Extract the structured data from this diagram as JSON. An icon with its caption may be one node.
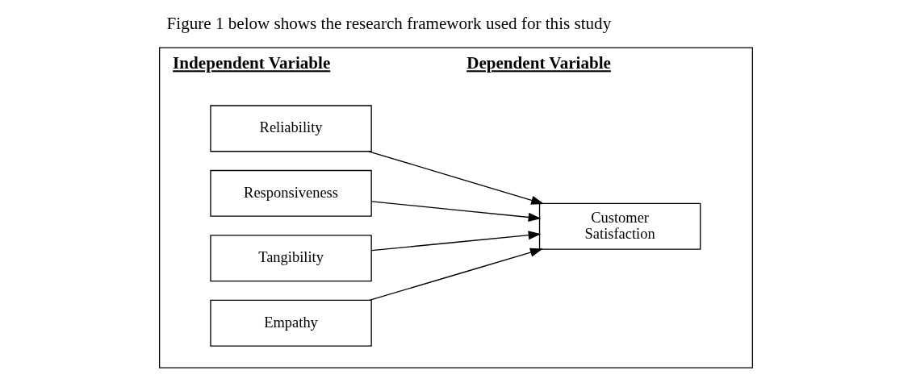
{
  "diagram": {
    "title": "Figure 1 below shows the research framework used for this study",
    "nodes": [
      {
        "text": [
          "Independent Variable",
          "Dependent Variable"
        ]
      },
      {
        "text": [
          "Reliability"
        ],
        "in": 0
      },
      {
        "text": [
          "Responsiveness"
        ],
        "in": 0
      },
      {
        "text": [
          "Tangibility"
        ],
        "in": 0
      },
      {
        "text": [
          "Empathy"
        ],
        "in": 0
      },
      {
        "text": [
          "Customer Satisfaction"
        ],
        "in": 0
      }
    ],
    "edges": [
      {
        "from": 1,
        "to": 5,
        "arrow": "to"
      },
      {
        "from": 2,
        "to": 5,
        "arrow": "to"
      },
      {
        "from": 3,
        "to": 5,
        "arrow": "to"
      },
      {
        "from": 4,
        "to": 5,
        "arrow": "to"
      }
    ]
  }
}
